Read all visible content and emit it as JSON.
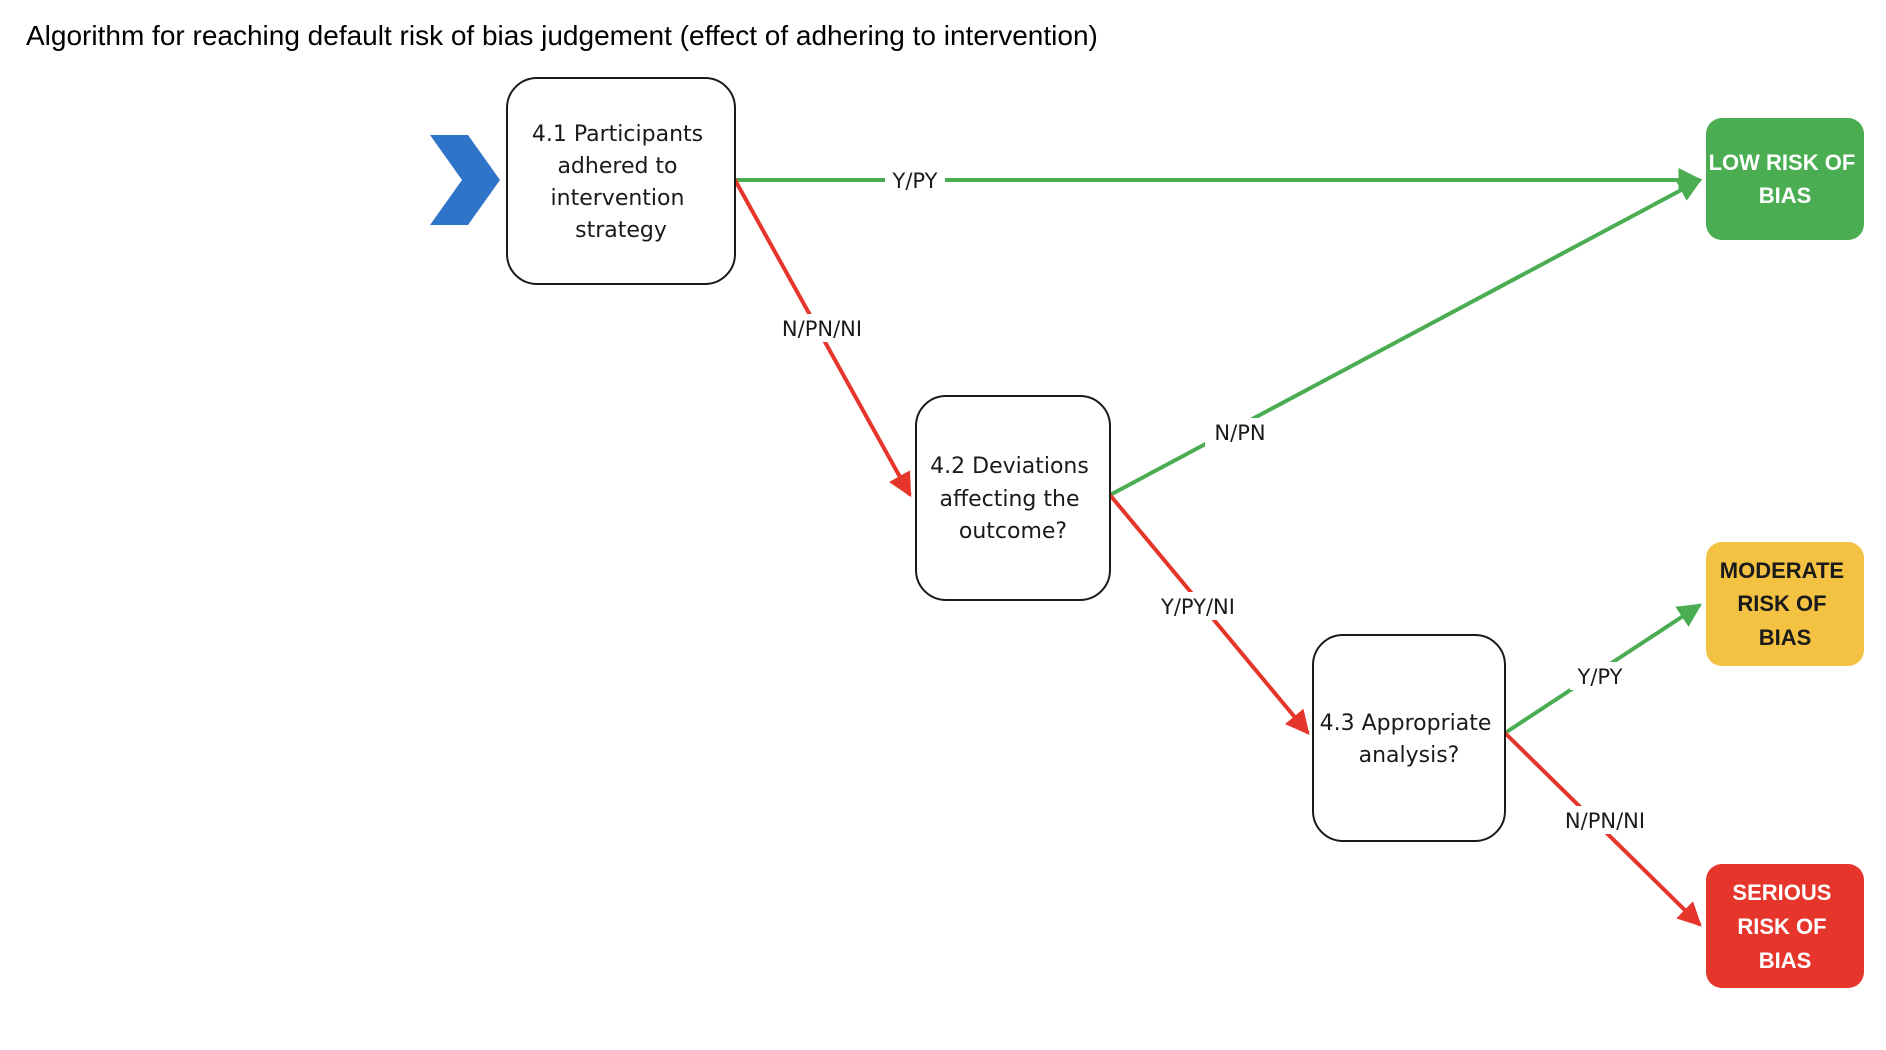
{
  "title": "Algorithm for reaching default risk of bias judgement (effect of adhering to intervention)",
  "colors": {
    "yes_edge": "#4aad52",
    "no_edge": "#e6352b",
    "start_arrow": "#2e74c9",
    "low": "#4aad52",
    "moderate": "#f4c242",
    "serious": "#e6352b",
    "node_border": "#1a1a1a"
  },
  "icons": {
    "start": "chevron-right-icon"
  },
  "questions": {
    "q41": [
      "4.1 Participants",
      "adhered to",
      "intervention",
      "strategy"
    ],
    "q42": [
      "4.2 Deviations",
      "affecting the",
      "outcome?"
    ],
    "q43": [
      "4.3 Appropriate",
      "analysis?"
    ]
  },
  "outcomes": {
    "low": [
      "LOW RISK OF",
      "BIAS"
    ],
    "moderate": [
      "MODERATE",
      "RISK OF",
      "BIAS"
    ],
    "serious": [
      "SERIOUS",
      "RISK OF",
      "BIAS"
    ]
  },
  "edge_labels": {
    "q41_low": "Y/PY",
    "q41_q42": "N/PN/NI",
    "q42_low": "N/PN",
    "q42_q43": "Y/PY/NI",
    "q43_moderate": "Y/PY",
    "q43_serious": "N/PN/NI"
  }
}
